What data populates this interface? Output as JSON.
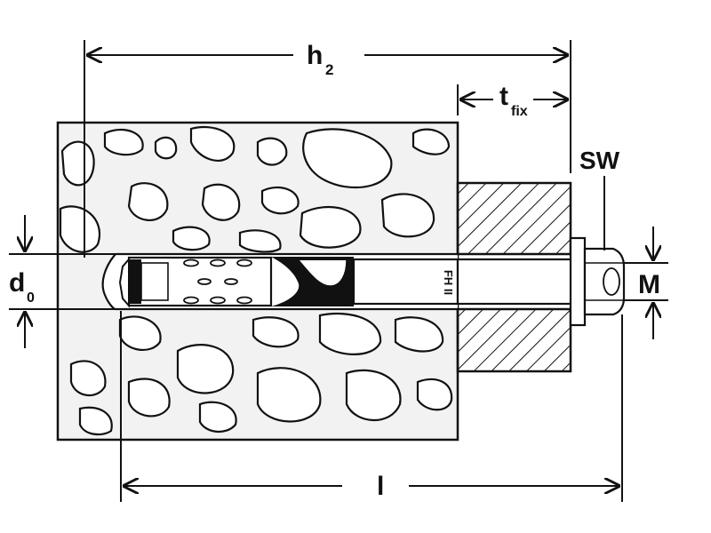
{
  "labels": {
    "h": "h",
    "h_sub": "2",
    "t": "t",
    "t_sub": "fix",
    "sw": "SW",
    "d": "d",
    "d_sub": "0",
    "m": "M",
    "l": "l",
    "marking": "FH II"
  },
  "colors": {
    "ink": "#111111",
    "concrete": "#f2f2f2",
    "white": "#ffffff",
    "sleeve_fill": "#111111"
  }
}
